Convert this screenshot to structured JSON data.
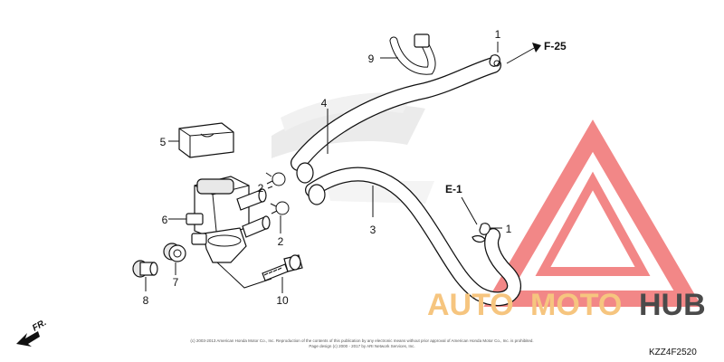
{
  "diagram": {
    "callouts": {
      "c1_top": "1",
      "c1_right": "1",
      "c2_top": "2",
      "c2_bottom": "2",
      "c3": "3",
      "c4": "4",
      "c5": "5",
      "c6": "6",
      "c7": "7",
      "c8": "8",
      "c9": "9",
      "c10": "10"
    },
    "references": {
      "f25": "F-25",
      "e1": "E-1"
    },
    "front_arrow_label": "FR.",
    "diagram_code": "KZZ4F2520",
    "copyright_line1": "(c) 2003-2013 American Honda Motor Co., Inc. Reproduction of the contents of this publication by any electronic means without prior approval of American Honda Motor Co., Inc. is prohibited.",
    "copyright_line2": "Page design (c) 2000 - 2017 by ARI Network Services, Inc."
  },
  "watermark": {
    "part1": "AUTO",
    "part2": "MOTO",
    "part3": "HUB",
    "colors": {
      "triangle": "#f07272",
      "auto_text": "#f6c57f",
      "hub_text": "#4a4a4a"
    }
  }
}
